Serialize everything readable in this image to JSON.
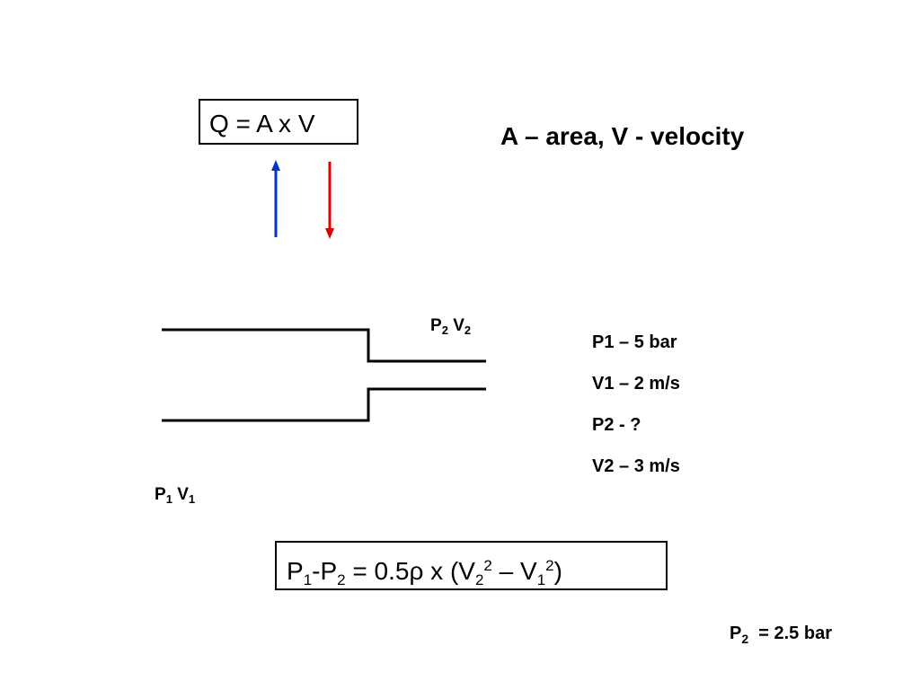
{
  "formula_box": {
    "text": "Q = A x V"
  },
  "definition": "A – area, V - velocity",
  "arrows": {
    "up_color": "#0033cc",
    "down_color": "#e00000"
  },
  "pipe": {
    "outlet_label": {
      "p": "P",
      "p_sub": "2",
      "v": "V",
      "v_sub": "2"
    },
    "inlet_label": {
      "p": "P",
      "p_sub": "1",
      "v": "V",
      "v_sub": "1"
    }
  },
  "given": {
    "p1": "P1 – 5 bar",
    "v1": "V1 – 2 m/s",
    "p2": "P2 - ?",
    "v2": "V2 – 3 m/s"
  },
  "bernoulli": {
    "p": "P",
    "sub1": "1",
    "minus": "-P",
    "sub2": "2",
    "mid": " = 0.5ρ x (V",
    "vsub2": "2",
    "sup1": "2",
    "dash": " – V",
    "vsub1": "1",
    "sup2": "2",
    "close": ")"
  },
  "answer": {
    "p": "P",
    "sub": "2",
    "value": "  = 2.5 bar"
  }
}
